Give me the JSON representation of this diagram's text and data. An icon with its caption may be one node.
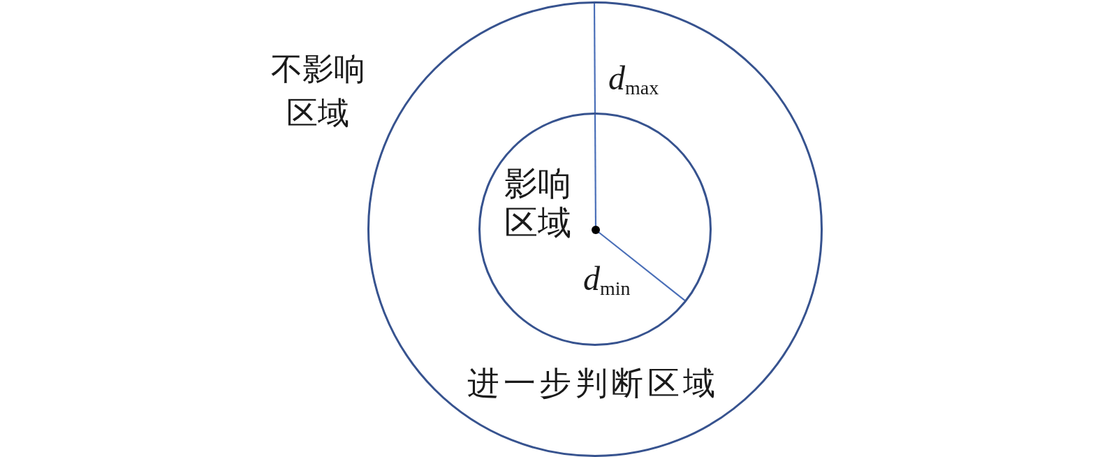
{
  "diagram": {
    "nodes": [
      {
        "text": [
          "进一步判断区域"
        ]
      },
      {
        "text": [
          "影响区域"
        ],
        "in": 0
      }
    ],
    "labels": [
      "不影响区域",
      "*d*$_{max}$",
      "*d*$_{min}$"
    ]
  }
}
